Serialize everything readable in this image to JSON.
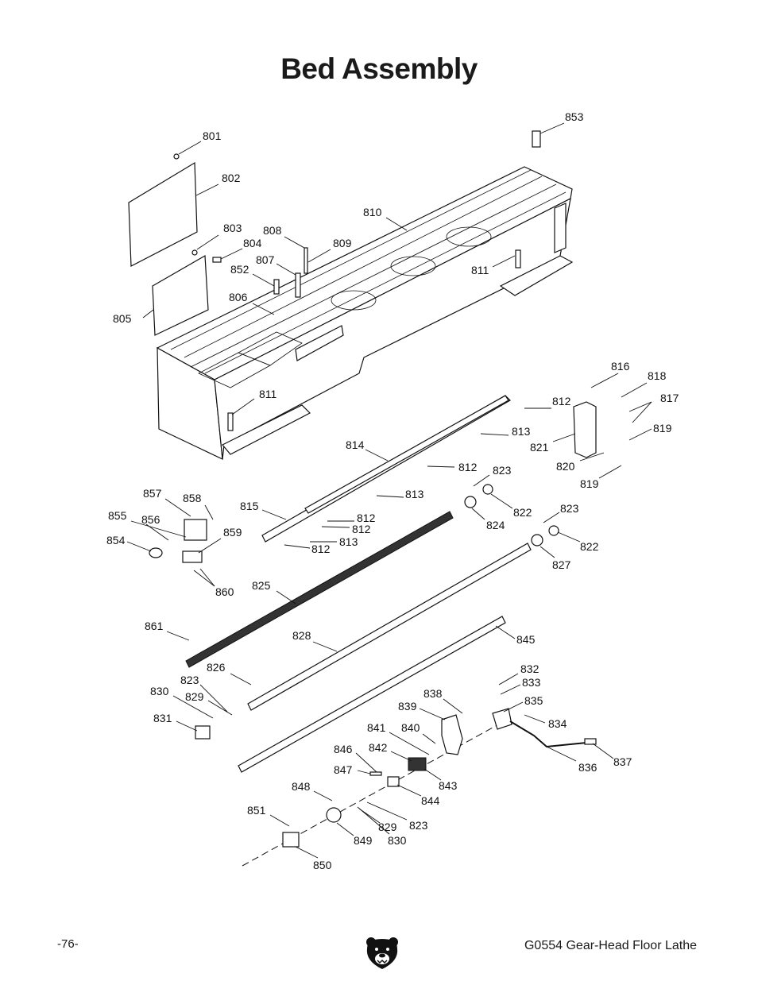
{
  "page": {
    "title": "Bed Assembly",
    "page_number": "-76-",
    "product": "G0554 Gear-Head Floor Lathe"
  },
  "logo": {
    "icon": "bear-head-logo-icon"
  },
  "callouts": [
    {
      "id": "801",
      "label": "801"
    },
    {
      "id": "802",
      "label": "802"
    },
    {
      "id": "803",
      "label": "803"
    },
    {
      "id": "804",
      "label": "804"
    },
    {
      "id": "805",
      "label": "805"
    },
    {
      "id": "806",
      "label": "806"
    },
    {
      "id": "807",
      "label": "807"
    },
    {
      "id": "808",
      "label": "808"
    },
    {
      "id": "809",
      "label": "809"
    },
    {
      "id": "810",
      "label": "810"
    },
    {
      "id": "811a",
      "label": "811"
    },
    {
      "id": "811b",
      "label": "811"
    },
    {
      "id": "812a",
      "label": "812"
    },
    {
      "id": "812b",
      "label": "812"
    },
    {
      "id": "812c",
      "label": "812"
    },
    {
      "id": "812d",
      "label": "812"
    },
    {
      "id": "812e",
      "label": "812"
    },
    {
      "id": "813a",
      "label": "813"
    },
    {
      "id": "813b",
      "label": "813"
    },
    {
      "id": "813c",
      "label": "813"
    },
    {
      "id": "814",
      "label": "814"
    },
    {
      "id": "815",
      "label": "815"
    },
    {
      "id": "816",
      "label": "816"
    },
    {
      "id": "817",
      "label": "817"
    },
    {
      "id": "818",
      "label": "818"
    },
    {
      "id": "819a",
      "label": "819"
    },
    {
      "id": "819b",
      "label": "819"
    },
    {
      "id": "820",
      "label": "820"
    },
    {
      "id": "821",
      "label": "821"
    },
    {
      "id": "822a",
      "label": "822"
    },
    {
      "id": "822b",
      "label": "822"
    },
    {
      "id": "823a",
      "label": "823"
    },
    {
      "id": "823b",
      "label": "823"
    },
    {
      "id": "823c",
      "label": "823"
    },
    {
      "id": "823d",
      "label": "823"
    },
    {
      "id": "824",
      "label": "824"
    },
    {
      "id": "825",
      "label": "825"
    },
    {
      "id": "826",
      "label": "826"
    },
    {
      "id": "827",
      "label": "827"
    },
    {
      "id": "828",
      "label": "828"
    },
    {
      "id": "829a",
      "label": "829"
    },
    {
      "id": "829b",
      "label": "829"
    },
    {
      "id": "830a",
      "label": "830"
    },
    {
      "id": "830b",
      "label": "830"
    },
    {
      "id": "831",
      "label": "831"
    },
    {
      "id": "832",
      "label": "832"
    },
    {
      "id": "833",
      "label": "833"
    },
    {
      "id": "834",
      "label": "834"
    },
    {
      "id": "835",
      "label": "835"
    },
    {
      "id": "836",
      "label": "836"
    },
    {
      "id": "837",
      "label": "837"
    },
    {
      "id": "838",
      "label": "838"
    },
    {
      "id": "839",
      "label": "839"
    },
    {
      "id": "840",
      "label": "840"
    },
    {
      "id": "841",
      "label": "841"
    },
    {
      "id": "842",
      "label": "842"
    },
    {
      "id": "843",
      "label": "843"
    },
    {
      "id": "844",
      "label": "844"
    },
    {
      "id": "845",
      "label": "845"
    },
    {
      "id": "846",
      "label": "846"
    },
    {
      "id": "847",
      "label": "847"
    },
    {
      "id": "848",
      "label": "848"
    },
    {
      "id": "849",
      "label": "849"
    },
    {
      "id": "850",
      "label": "850"
    },
    {
      "id": "851",
      "label": "851"
    },
    {
      "id": "852",
      "label": "852"
    },
    {
      "id": "853",
      "label": "853"
    },
    {
      "id": "854",
      "label": "854"
    },
    {
      "id": "855",
      "label": "855"
    },
    {
      "id": "856",
      "label": "856"
    },
    {
      "id": "857",
      "label": "857"
    },
    {
      "id": "858",
      "label": "858"
    },
    {
      "id": "859",
      "label": "859"
    },
    {
      "id": "860",
      "label": "860"
    },
    {
      "id": "861",
      "label": "861"
    }
  ]
}
